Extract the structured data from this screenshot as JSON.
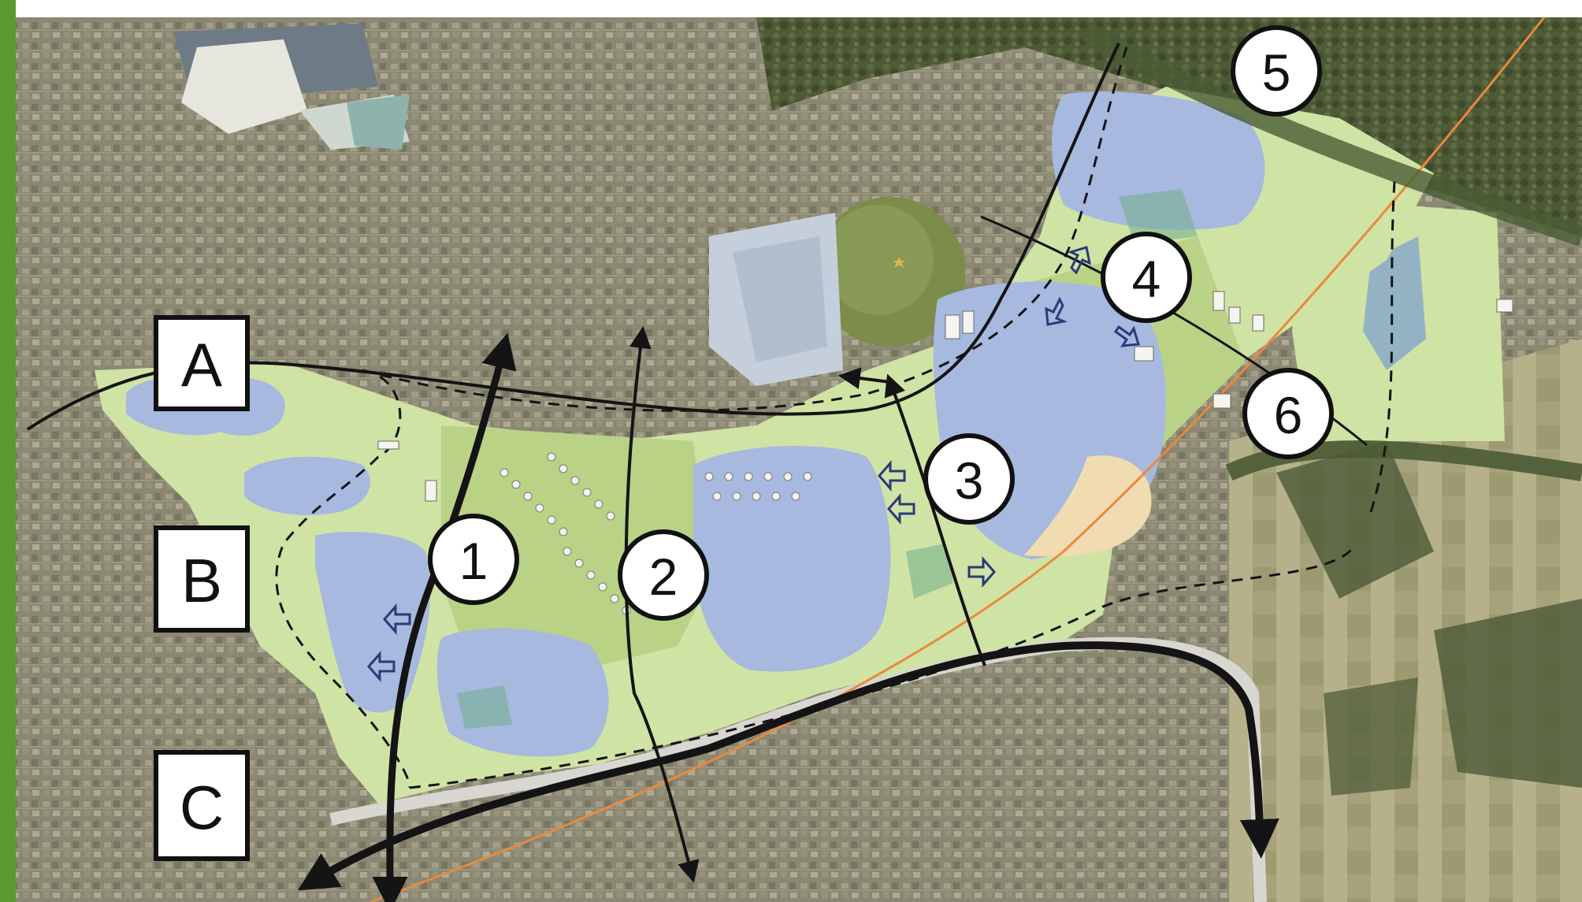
{
  "map": {
    "zone_labels": [
      "A",
      "B",
      "C"
    ],
    "marker_labels": [
      "1",
      "2",
      "3",
      "4",
      "5",
      "6"
    ]
  },
  "colors": {
    "frame_accent": "#5c9a2e",
    "water": "#a7b9df",
    "park_green": "#cfe3a4",
    "forest": "#4f5c38",
    "urban": "#8c8a74",
    "route_line": "#141414",
    "power_line": "#e88a3c",
    "beach": "#f0dcb0"
  }
}
